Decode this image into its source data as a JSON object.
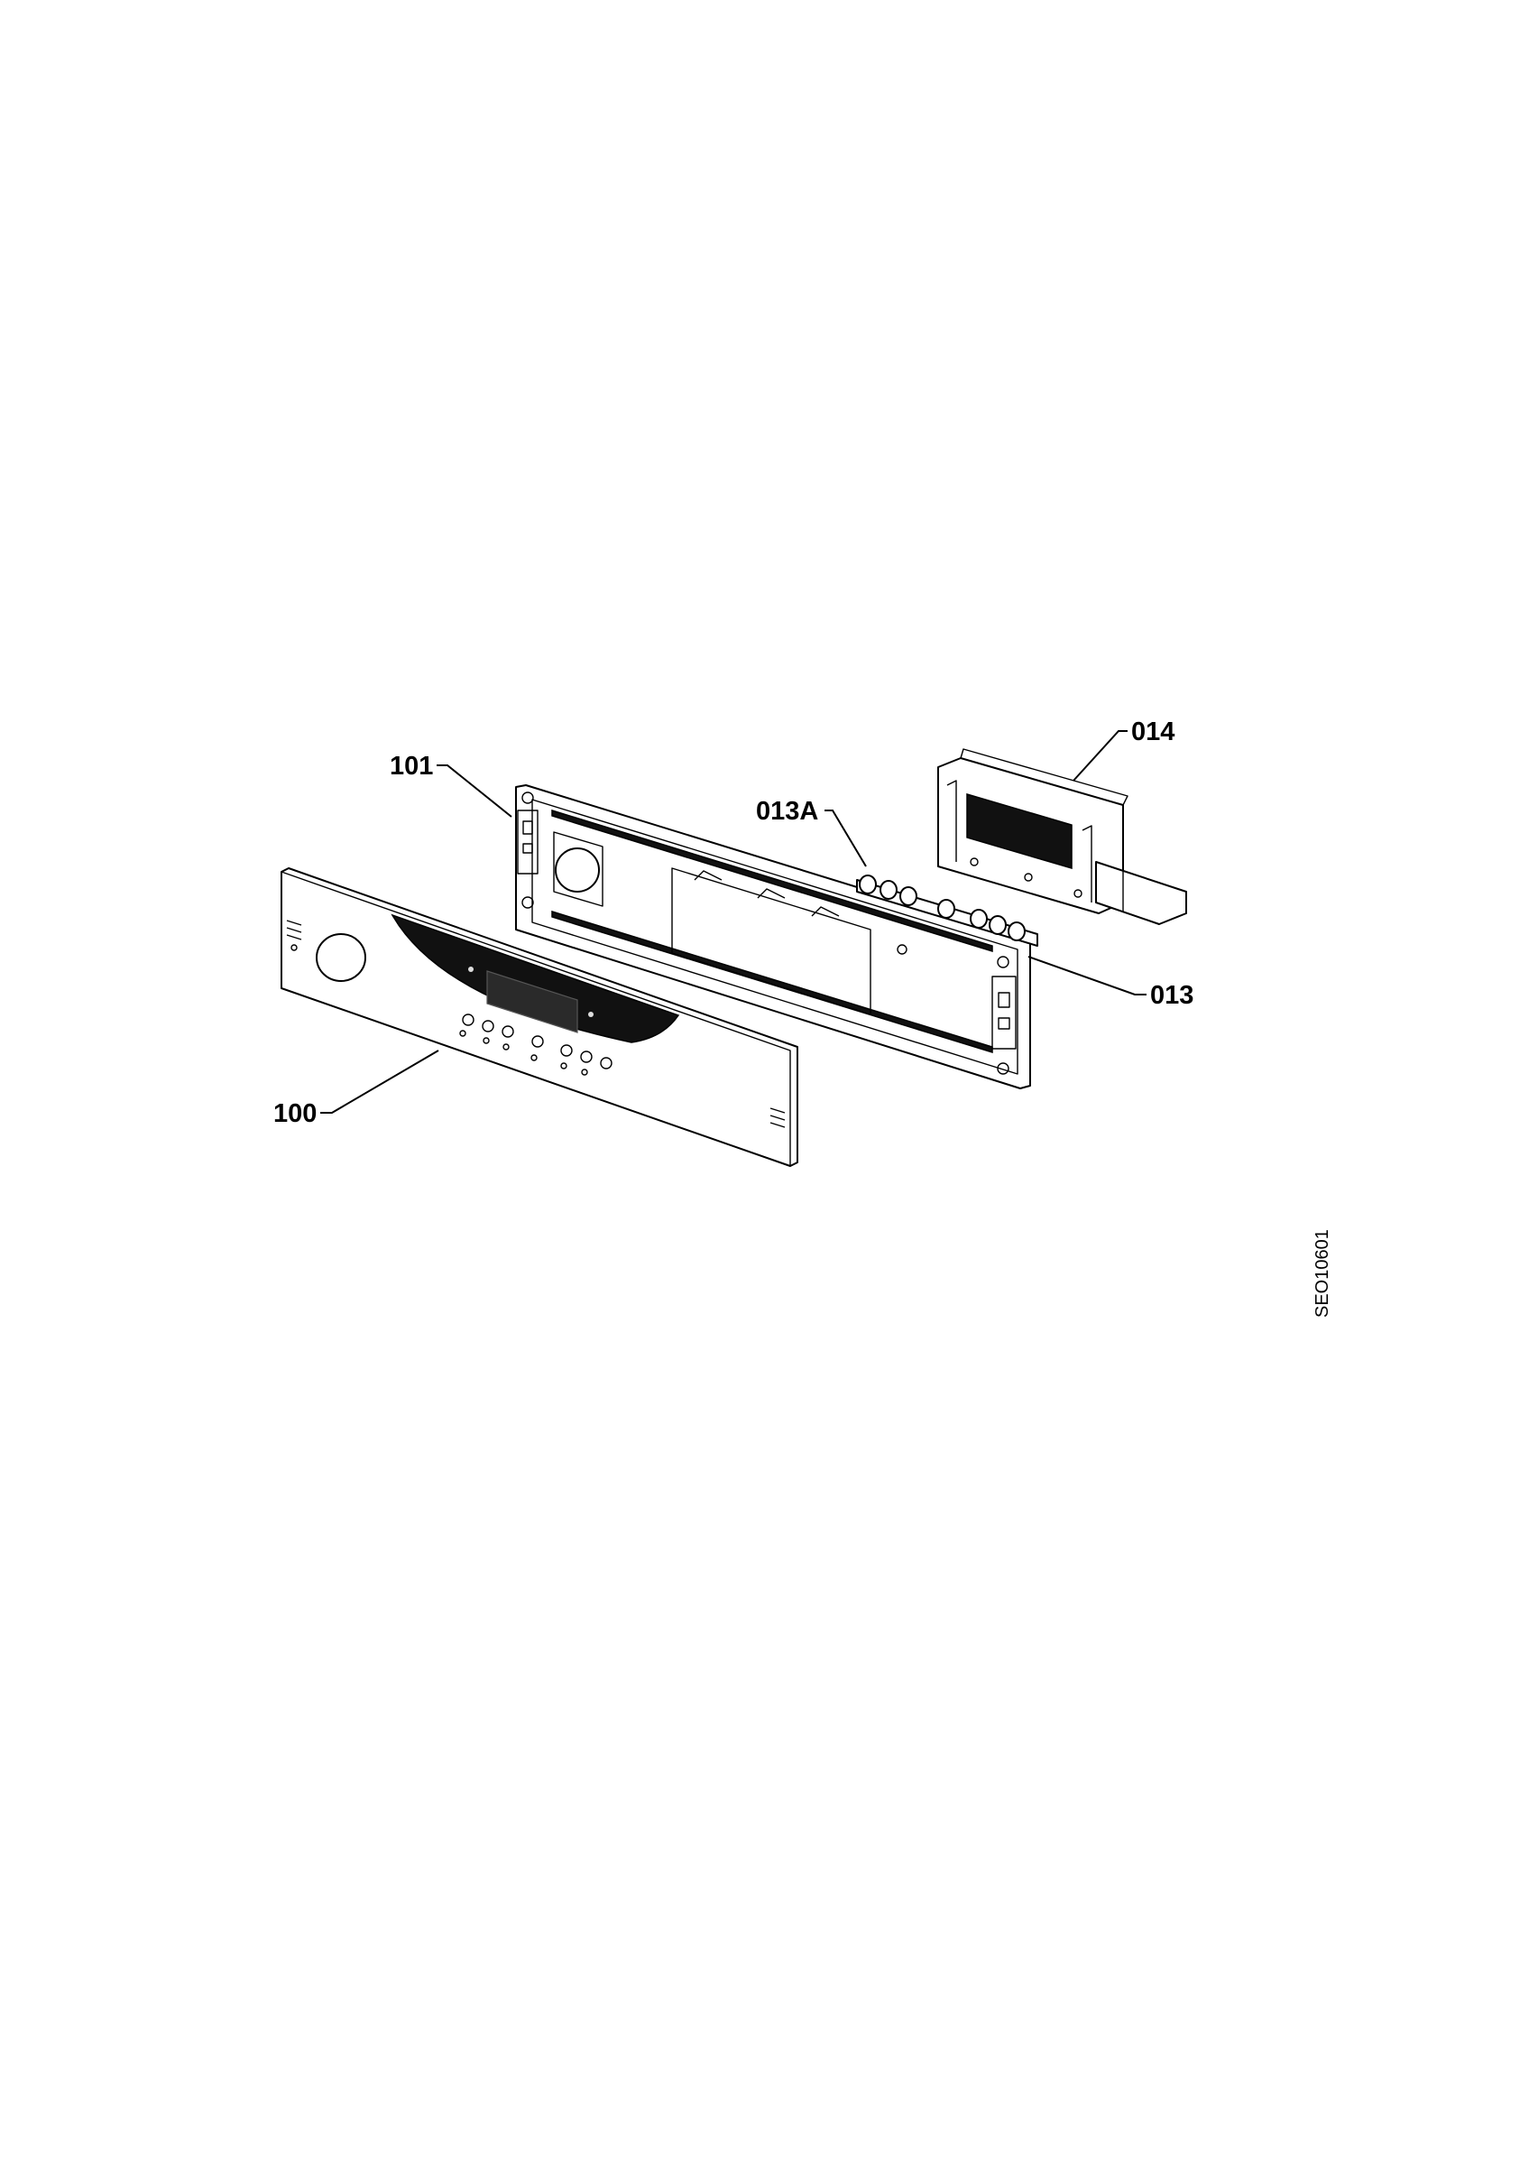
{
  "diagram": {
    "drawing_code": "SEO10601",
    "parts": [
      {
        "id": "014",
        "label": "014"
      },
      {
        "id": "101",
        "label": "101"
      },
      {
        "id": "013A",
        "label": "013A"
      },
      {
        "id": "013",
        "label": "013"
      },
      {
        "id": "100",
        "label": "100"
      }
    ]
  }
}
